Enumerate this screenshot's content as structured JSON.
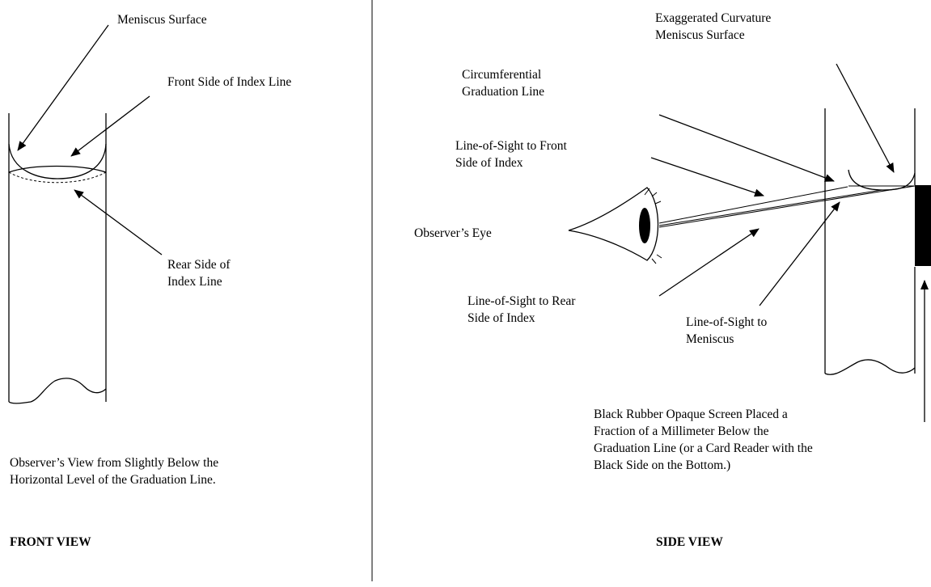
{
  "colors": {
    "ink": "#000000",
    "background": "#ffffff"
  },
  "front": {
    "meniscus_surface": "Meniscus Surface",
    "front_side_index": "Front Side of Index Line",
    "rear_side_index": [
      "Rear Side of",
      "Index Line"
    ],
    "caption": [
      "Observer’s View from Slightly Below the",
      "Horizontal Level of the Graduation Line."
    ],
    "title": "FRONT VIEW"
  },
  "side": {
    "exaggerated": [
      "Exaggerated Curvature",
      "Meniscus Surface"
    ],
    "circumferential": [
      "Circumferential",
      "Graduation Line"
    ],
    "los_front": [
      "Line-of-Sight to Front",
      "Side of Index"
    ],
    "observer_eye": "Observer’s Eye",
    "los_rear": [
      "Line-of-Sight to Rear",
      "Side of Index"
    ],
    "los_meniscus": [
      "Line-of-Sight to",
      "Meniscus"
    ],
    "screen_caption": [
      "Black Rubber Opaque Screen Placed a",
      "Fraction of a Millimeter Below the",
      "Graduation Line (or a Card Reader with the",
      "Black Side on the Bottom.)"
    ],
    "title": "SIDE VIEW"
  }
}
